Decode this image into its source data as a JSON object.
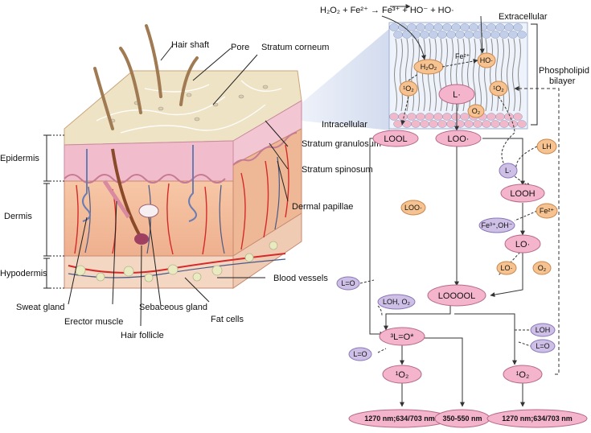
{
  "skin": {
    "labels": {
      "hair_shaft": "Hair shaft",
      "pore": "Pore",
      "stratum_corneum": "Stratum corneum",
      "stratum_granulosum": "Stratum granulosum",
      "stratum_spinosum": "Stratum spinosum",
      "dermal_papillae": "Dermal papillae",
      "blood_vessels": "Blood vessels",
      "fat_cells": "Fat cells",
      "sebaceous_gland": "Sebaceous gland",
      "hair_follicle": "Hair follicle",
      "erector_muscle": "Erector muscle",
      "sweat_gland": "Sweat gland",
      "epidermis": "Epidermis",
      "dermis": "Dermis",
      "hypodermis": "Hypodermis"
    }
  },
  "pathway": {
    "equation": "H₂O₂ + Fe²⁺ → Fe³⁺ + HO⁻ + HO·",
    "extracellular": "Extracellular",
    "intracellular": "Intracellular",
    "phospholipid": "Phospholipid",
    "bilayer": "bilayer",
    "membrane": {
      "h2o2": "H₂O₂",
      "fe2": "Fe²⁺",
      "ho": "HO·",
      "singlet_left": "¹O₂",
      "singlet_right": "¹O₂",
      "lipid_radical": "L·",
      "o2": "O₂"
    },
    "nodes": {
      "lool": "LOOL",
      "loo": "LOO·",
      "lh": "LH",
      "l_radical": "L·",
      "looh": "LOOH",
      "loo_side": "LOO·",
      "fe2_side": "Fe²⁺",
      "fe3_oh": "Fe³⁺,OH⁻",
      "lo": "LO·",
      "lo_side": "LO·",
      "o2_side": "O₂",
      "l_eq_o_left": "L=O",
      "loool": "LOOOOL",
      "loh_o2": "LOH, O₂",
      "triplet_carbonyl": "³L=O*",
      "l_eq_o_mid": "L=O",
      "loh_right": "LOH",
      "l_eq_o_right": "L=O",
      "singlet_o2_mid": "¹O₂",
      "singlet_o2_right": "¹O₂"
    },
    "outputs": {
      "left": "1270 nm;634/703 nm",
      "middle": "350-550 nm",
      "right": "1270 nm;634/703 nm"
    }
  },
  "colors": {
    "pink_node": "#f3b4cc",
    "orange_node": "#f6c28f",
    "purple_node": "#cdbfe6"
  }
}
